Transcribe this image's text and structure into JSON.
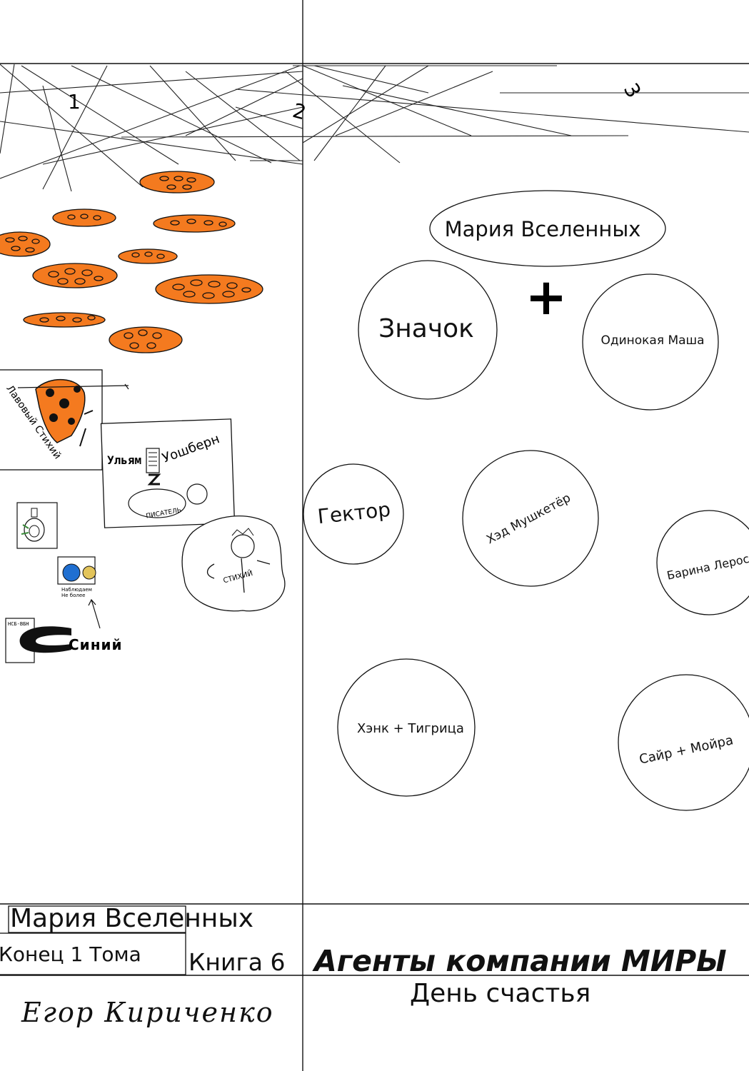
{
  "sections": [
    "1",
    "2",
    "3"
  ],
  "header_ellipse": "Мария Вселенных",
  "plus_sign": "+",
  "circles": [
    {
      "label": "Значок"
    },
    {
      "label": "Одинокая Маша"
    },
    {
      "label": "Гектор"
    },
    {
      "label": "Хэд Мушкетёр"
    },
    {
      "label": "Барина Лерос"
    },
    {
      "label": "Хэнк + Тигрица"
    },
    {
      "label": "Сайр + Мойра"
    }
  ],
  "sketches": {
    "card1": "Лавовый Стихий",
    "card2_left": "Ульям",
    "card2_right": "Уошберн",
    "card2_bottom": "ПИСАТЕЛЬ",
    "blob": "СТИХИЙ",
    "face_card": [
      "Наблюдаем",
      "Не более"
    ],
    "blue_logo": "Синий",
    "blue_logo_tag": "НСБ-ВБН"
  },
  "book_series": "Мария Вселенных",
  "volume_end": "Конец 1 Тома",
  "book_number": "Книга 6",
  "main_title": "Агенты компании МИРЫ",
  "subtitle": "День счастья",
  "author": "Егор Кириченко",
  "colors": {
    "orange": "#f47a1f",
    "line": "#111111",
    "blue_face": "#1f6fd1",
    "yellow_face": "#e3c45a"
  }
}
